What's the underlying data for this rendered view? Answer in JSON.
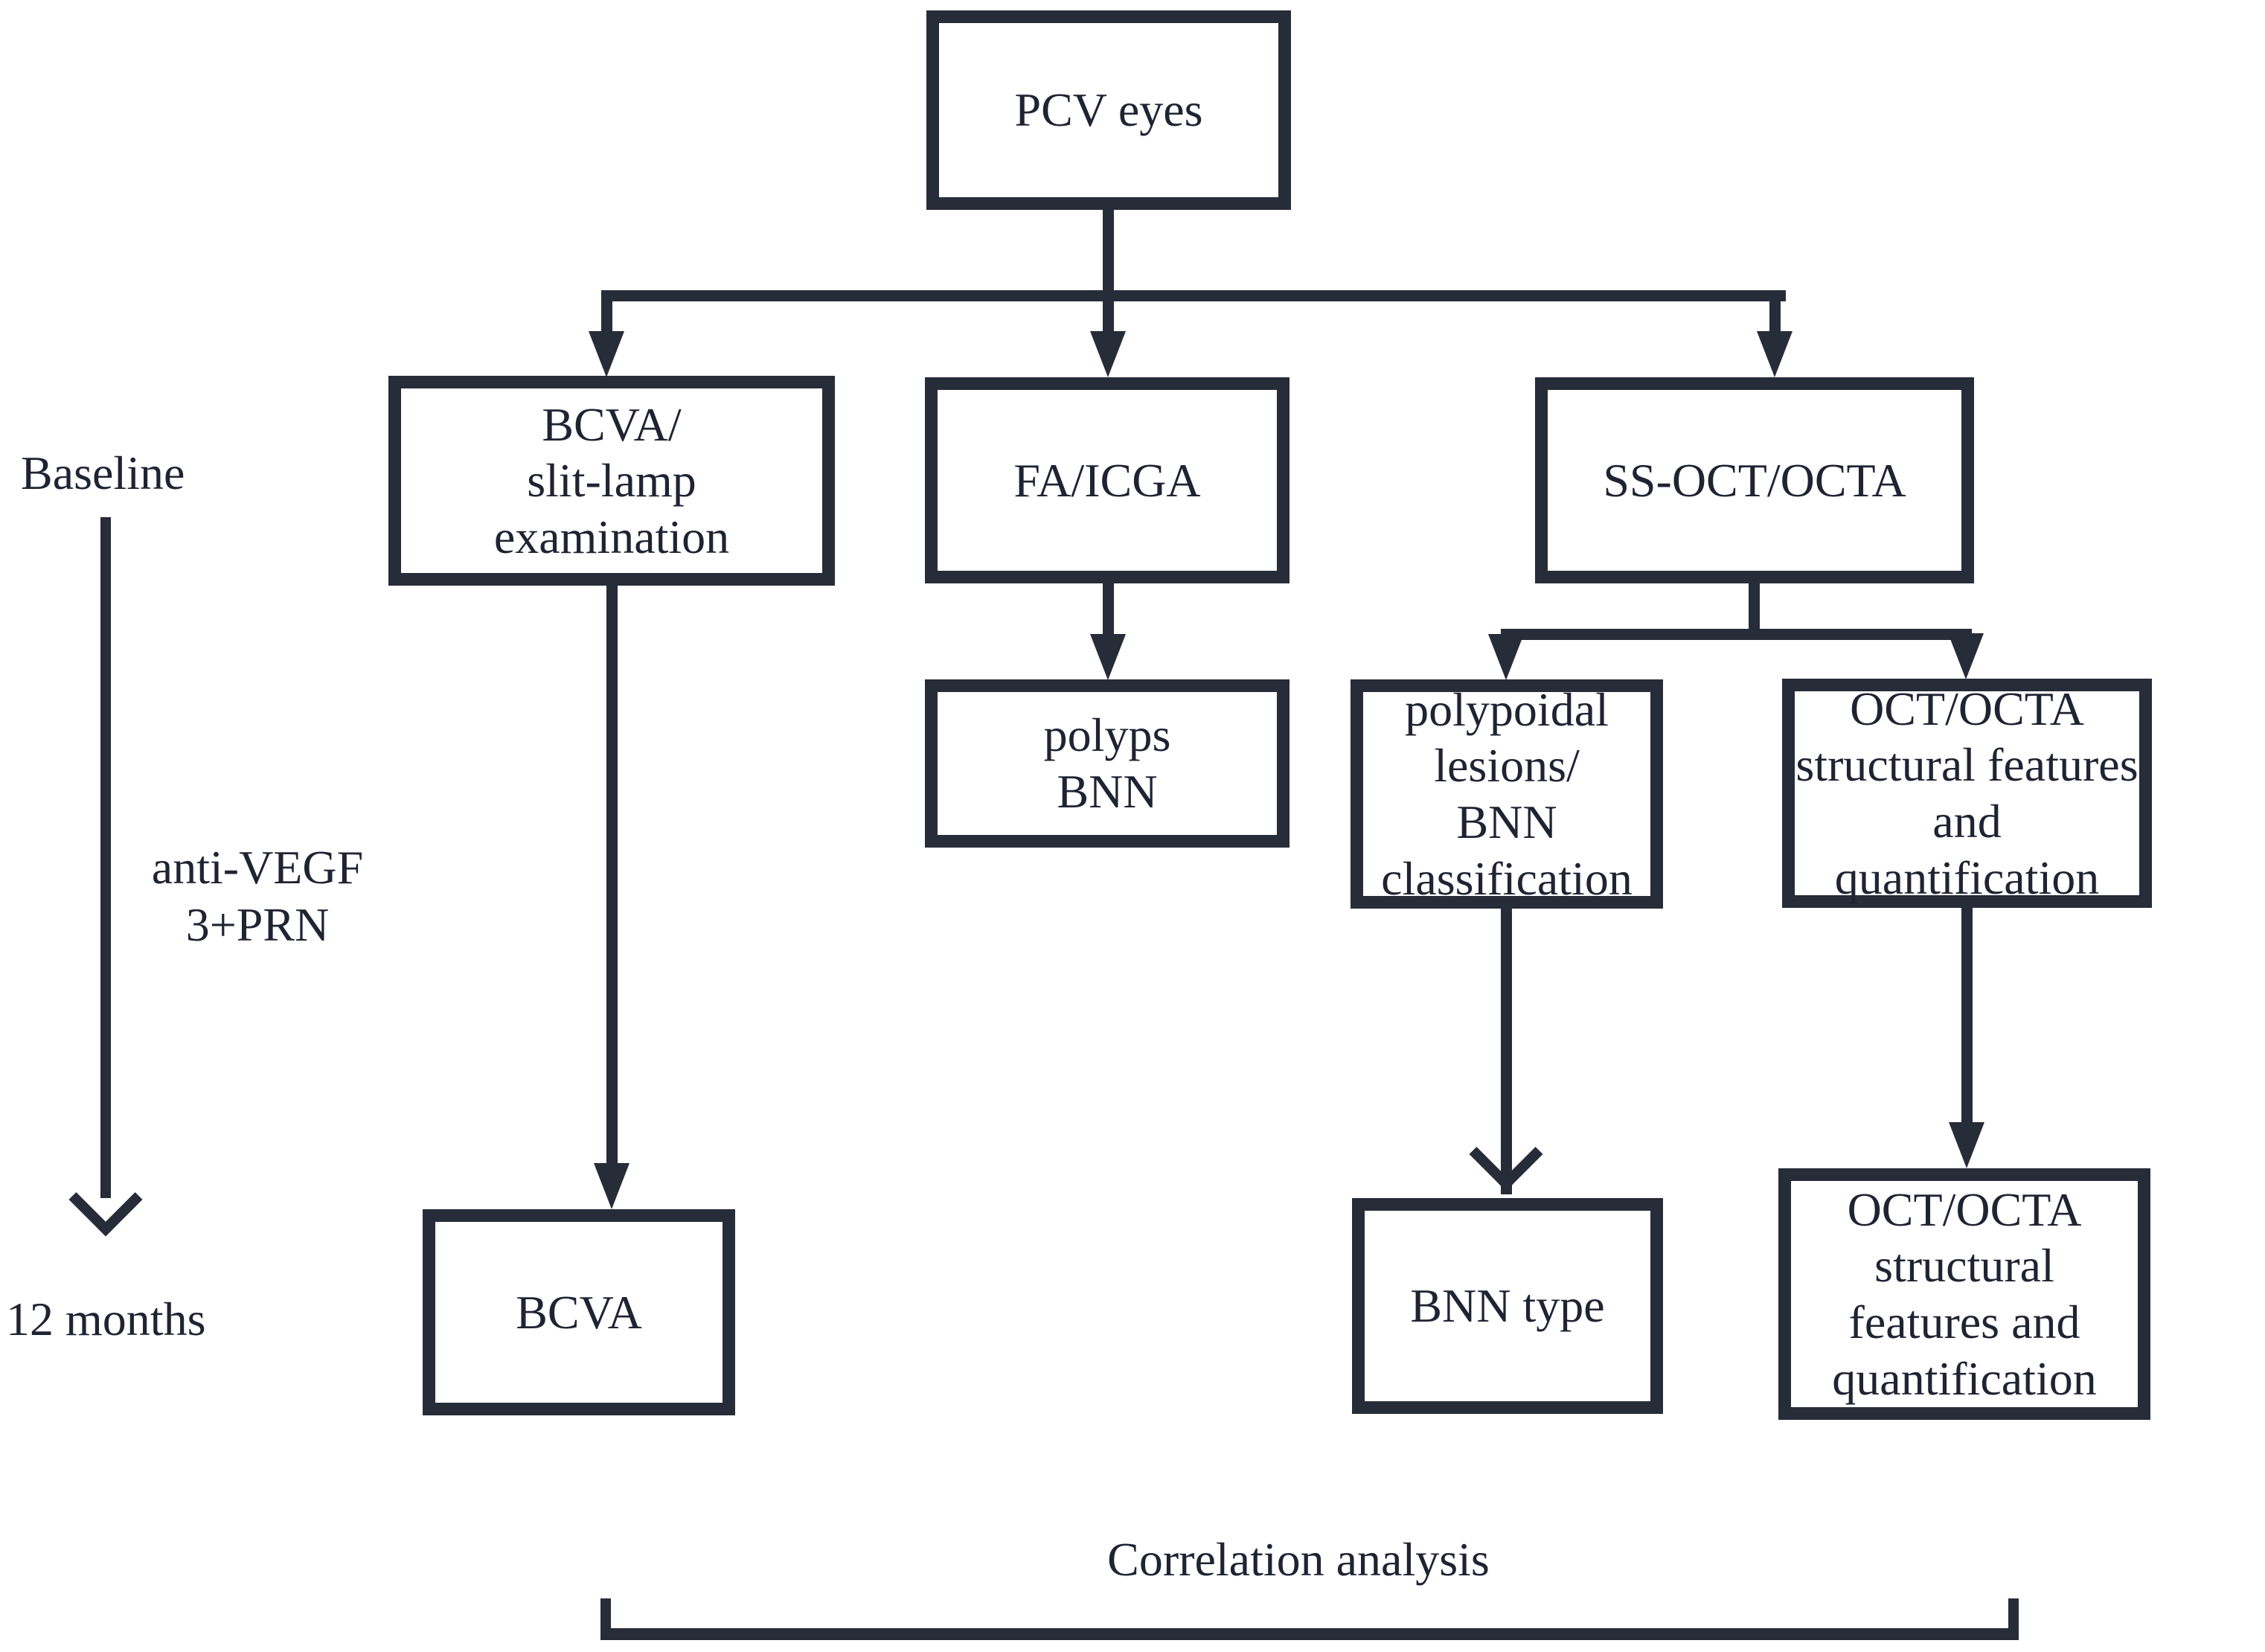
{
  "diagram": {
    "nodes": {
      "pcv": {
        "label": "PCV eyes"
      },
      "bcva_slit": {
        "label": "BCVA/\nslit-lamp\nexamination"
      },
      "fa_icga": {
        "label": "FA/ICGA"
      },
      "ss_oct": {
        "label": "SS-OCT/OCTA"
      },
      "polyps": {
        "label": "polyps\nBNN"
      },
      "polypoidal": {
        "label": "polypoidal\nlesions/\nBNN\nclassification"
      },
      "oct_features": {
        "label": "OCT/OCTA\nstructural features\nand quantification"
      },
      "bcva": {
        "label": "BCVA"
      },
      "bnn_type": {
        "label": "BNN type"
      },
      "oct_features_12m": {
        "label": "OCT/OCTA\nstructural\nfeatures and\nquantification"
      }
    },
    "timeline": {
      "baseline_label": "Baseline",
      "treatment_label": "anti-VEGF\n3+PRN",
      "end_label": "12 months"
    },
    "footer": {
      "correlation_label": "Correlation analysis"
    },
    "colors": {
      "line": "#262c38",
      "text": "#1f2433",
      "background": "#ffffff"
    }
  }
}
